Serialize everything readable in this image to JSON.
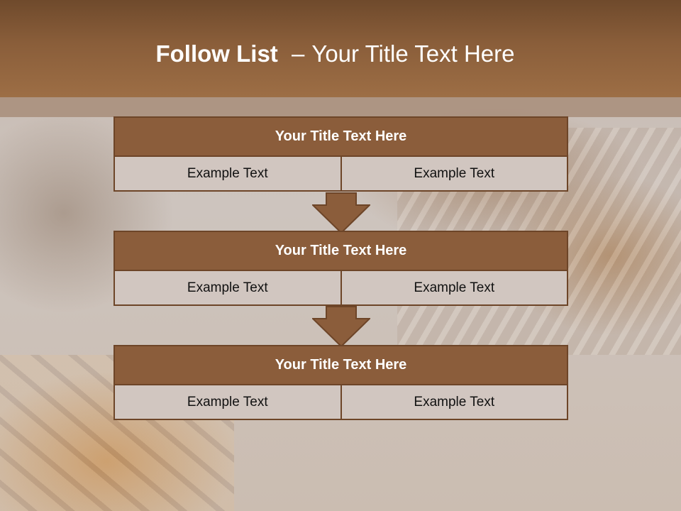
{
  "slide": {
    "title_bold": "Follow List",
    "title_dash": "–",
    "title_rest": "Your Title Text Here"
  },
  "steps": [
    {
      "title": "Your Title Text Here",
      "cells": [
        "Example Text",
        "Example Text"
      ]
    },
    {
      "title": "Your Title Text Here",
      "cells": [
        "Example Text",
        "Example Text"
      ]
    },
    {
      "title": "Your Title Text Here",
      "cells": [
        "Example Text",
        "Example Text"
      ]
    }
  ],
  "colors": {
    "header_band": "#8a5e3a",
    "block_header": "#8b5d3b",
    "block_border": "#6d4528",
    "cell_fill": "#d1c6c0",
    "arrow_fill": "#8b5d3b"
  }
}
